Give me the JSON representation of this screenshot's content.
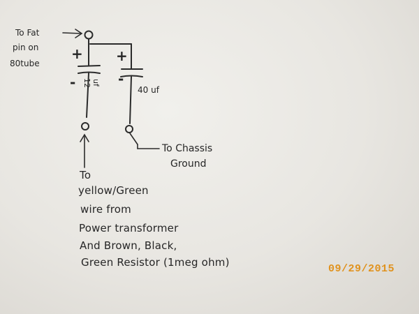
{
  "labels": {
    "fat_pin_lines": [
      "To Fat",
      "pin on",
      "80tube"
    ],
    "cap1_plus": "+",
    "cap2_plus": "+",
    "cap1_minus": "-",
    "cap2_minus": "-",
    "cap1_value_line1": "12",
    "cap1_value_line2": "uf",
    "cap2_value": "40 uf",
    "chassis_ground_lines": [
      "To Chassis",
      "Ground"
    ]
  },
  "note": {
    "lines": [
      "To",
      "yellow/Green",
      "wire from",
      "Power transformer",
      "And Brown, Black,",
      "Green Resistor (1meg ohm)"
    ]
  },
  "date_stamp": "09/29/2015"
}
